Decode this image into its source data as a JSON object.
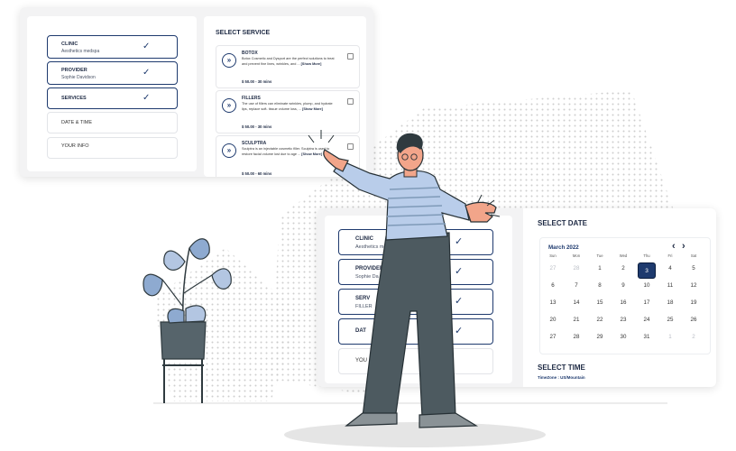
{
  "steps_top": [
    {
      "title": "CLINIC",
      "sub": "Aesthetics medspa",
      "check": "✓"
    },
    {
      "title": "PROVIDER",
      "sub": "Sophie Davidson",
      "check": "✓"
    },
    {
      "title": "SERVICES",
      "sub": "",
      "check": "✓"
    },
    {
      "title": "DATE & TIME",
      "sub": "",
      "check": ""
    },
    {
      "title": "YOUR INFO",
      "sub": "",
      "check": ""
    }
  ],
  "select_service": {
    "heading": "SELECT SERVICE",
    "items": [
      {
        "icon": "»",
        "name": "BOTOX",
        "desc": "Botox Cosmetic and Dysport are the perfect solutions to treat and prevent fine lines, wrinkles, and ...",
        "more": "[Show More]",
        "price": "$ 50.00 - 30 mins"
      },
      {
        "icon": "»",
        "name": "FILLERS",
        "desc": "The use of fillers can eliminate wrinkles, plump, and hydrate lips, replace soft- tissue volume loss, ...",
        "more": "[Show More]",
        "price": "$ 50.00 - 30 mins"
      },
      {
        "icon": "»",
        "name": "SCULPTRA",
        "desc": "Sculptra is an injectable cosmetic filler. Sculptra is used to restore facial volume lost due to age ...",
        "more": "[Show More]",
        "price": "$ 50.00 - 60 mins"
      }
    ]
  },
  "steps_bottom": [
    {
      "title": "CLINIC",
      "sub": "Aesthetics me",
      "check": "✓"
    },
    {
      "title": "PROVIDER",
      "sub": "Sophie Da",
      "check": "✓"
    },
    {
      "title": "SERV",
      "sub": "FILLER",
      "check": "✓"
    },
    {
      "title": "DAT",
      "sub": "",
      "check": "✓"
    },
    {
      "title": "YOU",
      "sub": "",
      "check": ""
    }
  ],
  "select_date": {
    "heading": "SELECT DATE",
    "month": "March 2022",
    "prev": "‹",
    "next": "›",
    "dow": [
      "Sun",
      "Mon",
      "Tue",
      "Wed",
      "Thu",
      "Fri",
      "Sat"
    ],
    "weeks": [
      [
        "27",
        "28",
        "1",
        "2",
        "3",
        "4",
        "5"
      ],
      [
        "6",
        "7",
        "8",
        "9",
        "10",
        "11",
        "12"
      ],
      [
        "13",
        "14",
        "15",
        "16",
        "17",
        "18",
        "19"
      ],
      [
        "20",
        "21",
        "22",
        "23",
        "24",
        "25",
        "26"
      ],
      [
        "27",
        "28",
        "29",
        "30",
        "31",
        "1",
        "2"
      ]
    ],
    "selected": "3"
  },
  "select_time": {
    "heading": "SELECT TIME",
    "timezone": "TimeZone : US/Mountain"
  },
  "colors": {
    "accent": "#1e3a6e",
    "shirt": "#b9cdea",
    "pants": "#4d5a60",
    "plant": "#8eaad0"
  }
}
